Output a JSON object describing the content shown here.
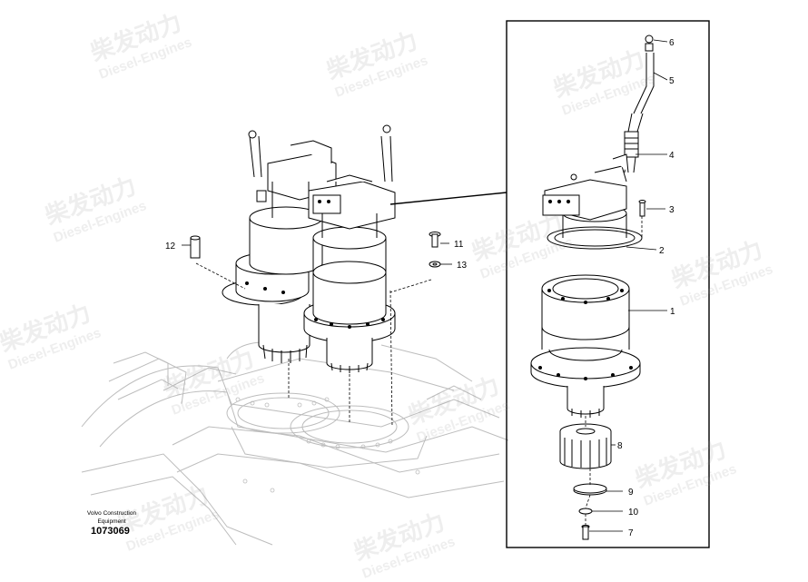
{
  "watermark": {
    "brand_cn": "柴发动力",
    "brand_en": "Diesel-Engines"
  },
  "caption": {
    "line1": "Volvo Construction",
    "line2": "Equipment",
    "doc_number": "1073069"
  },
  "callouts": {
    "c1": "1",
    "c2": "2",
    "c3": "3",
    "c4": "4",
    "c5": "5",
    "c6": "6",
    "c7": "7",
    "c8": "8",
    "c9": "9",
    "c10": "10",
    "c11": "11",
    "c12": "12",
    "c13": "13"
  }
}
